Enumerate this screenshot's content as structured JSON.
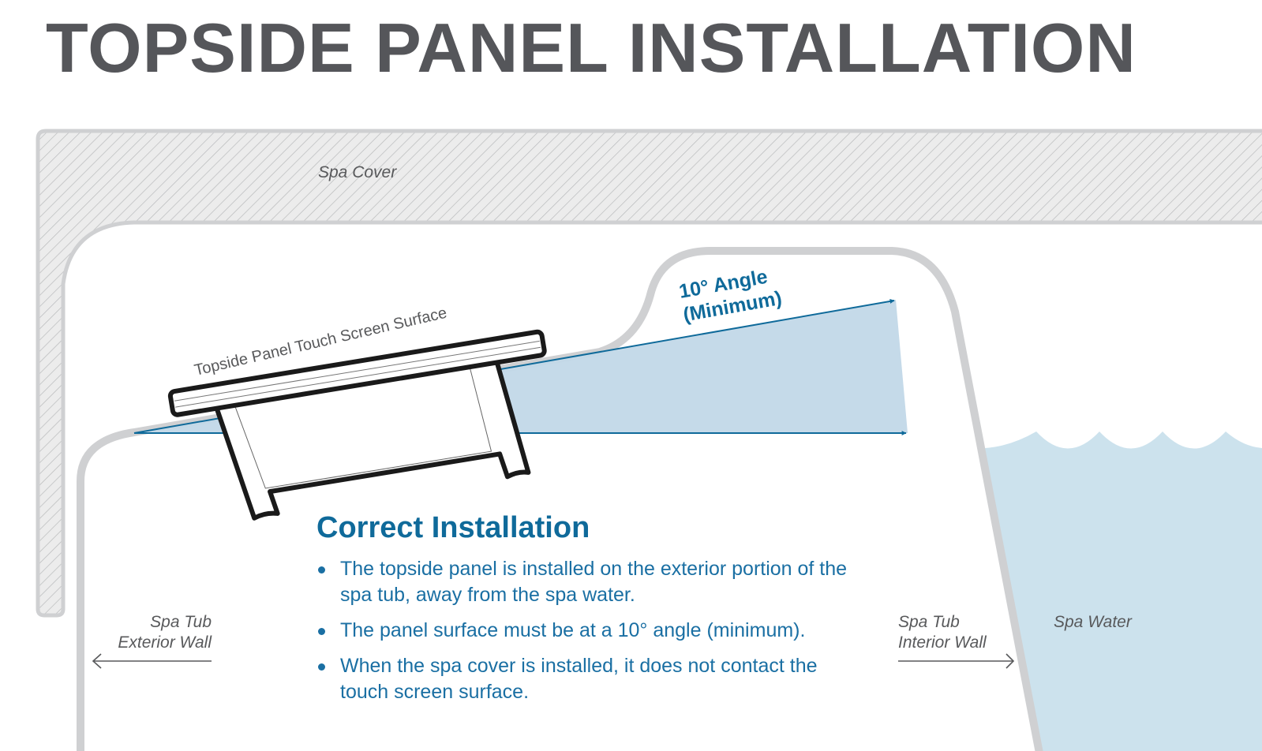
{
  "title": "TOPSIDE PANEL INSTALLATION",
  "labels": {
    "spa_cover": "Spa Cover",
    "touch_surface": "Topside Panel Touch Screen Surface",
    "angle_line1": "10° Angle",
    "angle_line2": "(Minimum)",
    "exterior_line1": "Spa Tub",
    "exterior_line2": "Exterior Wall",
    "interior_line1": "Spa Tub",
    "interior_line2": "Interior Wall",
    "spa_water": "Spa Water"
  },
  "correct": {
    "heading": "Correct Installation",
    "bullets": [
      "The topside panel is installed on the exterior portion of the spa tub, away from the spa water.",
      "The panel surface must be at a 10° angle (minimum).",
      "When the spa cover is installed, it does not contact the touch screen surface."
    ]
  },
  "colors": {
    "title": "#55565a",
    "accent": "#0f6a9a",
    "angle_fill": "#c2d8e8",
    "water": "#cce2ed",
    "wall": "#cfd0d2"
  }
}
